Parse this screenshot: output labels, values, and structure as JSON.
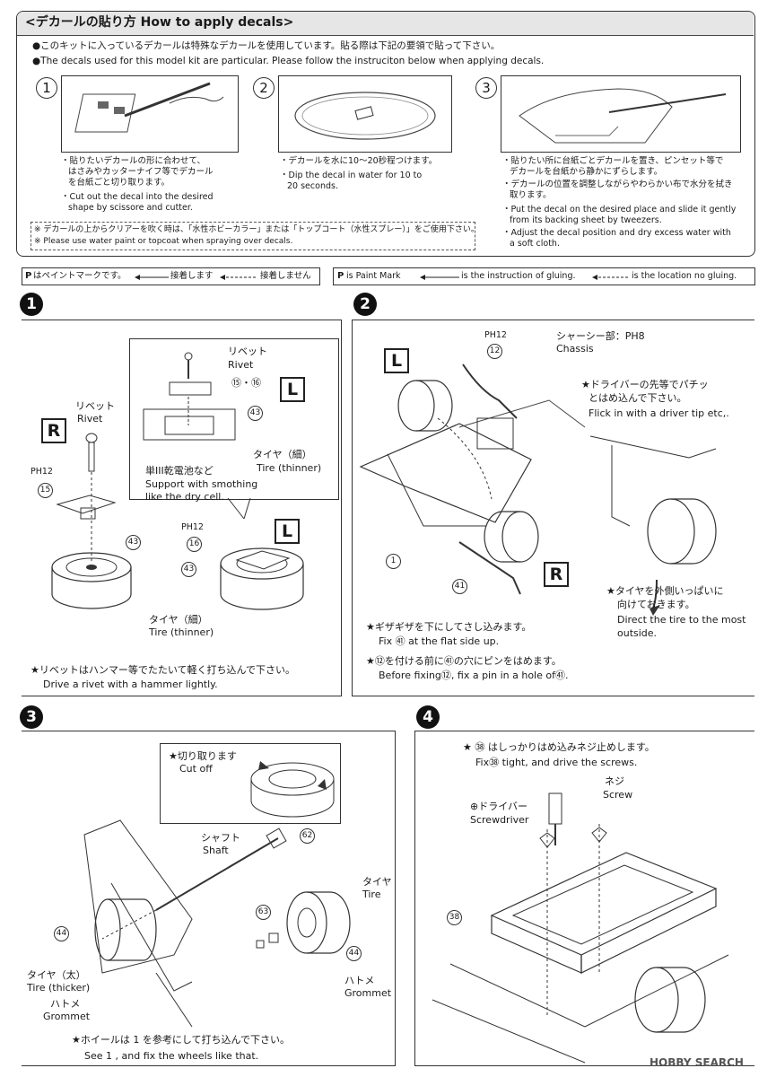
{
  "decal": {
    "header": "<デカールの貼り方 How to apply decals>",
    "intro_jp": "●このキットに入っているデカールは特殊なデカールを使用しています。貼る際は下記の要領で貼って下さい。",
    "intro_en": "●The decals used for this model kit are particular. Please follow the instruciton below when applying decals.",
    "steps": [
      {
        "num": "1",
        "jp": [
          "・貼りたいデカールの形に合わせて、",
          "はさみやカッターナイフ等でデカール",
          "を台紙ごと切り取ります。"
        ],
        "en": [
          "・Cut out the decal into the desired",
          "shape by scissore and cutter."
        ]
      },
      {
        "num": "2",
        "jp": [
          "・デカールを水に10〜20秒程つけます。"
        ],
        "en": [
          "・Dip the decal in water for 10 to",
          "20 seconds."
        ]
      },
      {
        "num": "3",
        "jp": [
          "・貼りたい所に台紙ごとデカールを置き、ピンセット等で",
          "デカールを台紙から静かにずらします。",
          "・デカールの位置を調整しながらやわらかい布で水分を拭き",
          "取ります。"
        ],
        "en": [
          "・Put the decal on the desired place and slide it gently",
          "from its backing sheet by tweezers.",
          "・Adjust the decal position and dry excess water with",
          "a soft cloth."
        ]
      }
    ],
    "note_jp": "※ デカールの上からクリアーを吹く時は、「水性ホビーカラー」または「トップコート（水性スプレー）」をご使用下さい。",
    "note_en": "※ Please use water paint or topcoat when spraying over decals."
  },
  "legend": {
    "jp_paint": "はペイントマークです。",
    "jp_glue": "接着します",
    "jp_noglue": "接着しません",
    "en_paint": "is Paint Mark",
    "en_glue": "is the instruction of gluing.",
    "en_noglue": "is the location no gluing."
  },
  "steps": {
    "s1": {
      "num": "1",
      "rivet_jp": "リベット",
      "rivet_en": "Rivet",
      "rivet2_jp": "リベット",
      "rivet2_en": "Rivet",
      "part15_16": "⑮・⑯",
      "battery_jp": "単III乾電池など",
      "battery_en1": "Support with smothing",
      "battery_en2": "like the dry cell.",
      "tire_thin_jp": "タイヤ（細）",
      "tire_thin_en": "Tire (thinner)",
      "tire_thin2_jp": "タイヤ（細）",
      "tire_thin2_en": "Tire (thinner)",
      "ph12a": "PH12",
      "ph12b": "PH12",
      "note_jp": "★リベットはハンマー等でたたいて軽く打ち込んで下さい。",
      "note_en": "Drive a rivet with a hammer lightly.",
      "refs": [
        "15",
        "43",
        "16",
        "43",
        "43"
      ],
      "L": "L",
      "R": "R"
    },
    "s2": {
      "num": "2",
      "ph12": "PH12",
      "chassis_jp": "シャーシー部：PH8",
      "chassis_en": "Chassis",
      "flick_jp1": "★ドライバーの先等でパチッ",
      "flick_jp2": "とはめ込んで下さい。",
      "flick_en": "Flick in with a driver tip etc,.",
      "tire_jp1": "★タイヤを外側いっぱいに",
      "tire_jp2": "向けておきます。",
      "tire_en1": "Direct the tire to the most",
      "tire_en2": "outside.",
      "fix_jp": "★ギザギザを下にしてさし込みます。",
      "fix_en": "Fix ㊶ at the flat side up.",
      "pin_jp": "★⑫を付ける前に㊶の穴にピンをはめます。",
      "pin_en": "Before fixing⑫, fix a pin in a hole of㊶.",
      "refs": [
        "12",
        "1",
        "41"
      ],
      "L": "L",
      "R": "R"
    },
    "s3": {
      "num": "3",
      "cut_jp": "★切り取ります",
      "cut_en": "Cut off",
      "shaft_jp": "シャフト",
      "shaft_en": "Shaft",
      "tire_jp": "タイヤ",
      "tire_en": "Tire",
      "tire_thick_jp": "タイヤ（太）",
      "tire_thick_en": "Tire (thicker)",
      "grommet_jp": "ハトメ",
      "grommet_en": "Grommet",
      "grommet2_jp": "ハトメ",
      "grommet2_en": "Grommet",
      "wheel_jp": "★ホイールは 1 を参考にして打ち込んで下さい。",
      "wheel_en": "See 1 , and fix the wheels like that.",
      "refs": [
        "62",
        "63",
        "44",
        "44"
      ]
    },
    "s4": {
      "num": "4",
      "note_jp": "★ ㊳ はしっかりはめ込みネジ止めします。",
      "note_en": "Fix㊳ tight, and drive the screws.",
      "screw_jp": "ネジ",
      "screw_en": "Screw",
      "driver_jp": "⊕ドライバー",
      "driver_en": "Screwdriver",
      "refs": [
        "38"
      ]
    }
  },
  "watermark": "HOBBY SEARCH"
}
